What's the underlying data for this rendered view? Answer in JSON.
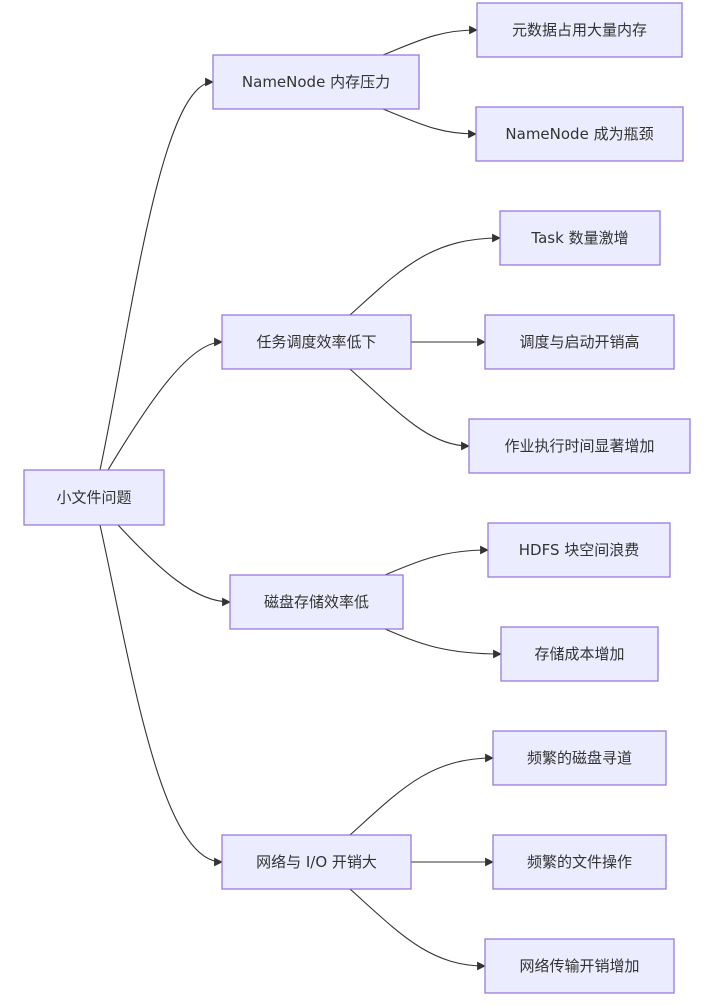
{
  "diagram": {
    "type": "flowchart-LR",
    "root": {
      "id": "root",
      "label": "小文件问题"
    },
    "branches": [
      {
        "id": "b1",
        "label": "NameNode 内存压力",
        "children": [
          {
            "id": "b1c1",
            "label": "元数据占用大量内存"
          },
          {
            "id": "b1c2",
            "label": "NameNode 成为瓶颈"
          }
        ]
      },
      {
        "id": "b2",
        "label": "任务调度效率低下",
        "children": [
          {
            "id": "b2c1",
            "label": "Task 数量激增"
          },
          {
            "id": "b2c2",
            "label": "调度与启动开销高"
          },
          {
            "id": "b2c3",
            "label": "作业执行时间显著增加"
          }
        ]
      },
      {
        "id": "b3",
        "label": "磁盘存储效率低",
        "children": [
          {
            "id": "b3c1",
            "label": "HDFS 块空间浪费"
          },
          {
            "id": "b3c2",
            "label": "存储成本增加"
          }
        ]
      },
      {
        "id": "b4",
        "label": "网络与 I/O 开销大",
        "children": [
          {
            "id": "b4c1",
            "label": "频繁的磁盘寻道"
          },
          {
            "id": "b4c2",
            "label": "频繁的文件操作"
          },
          {
            "id": "b4c3",
            "label": "网络传输开销增加"
          }
        ]
      }
    ],
    "colors": {
      "node_fill": "#ececff",
      "node_stroke": "#9370db",
      "edge": "#333333",
      "text": "#333333"
    }
  }
}
